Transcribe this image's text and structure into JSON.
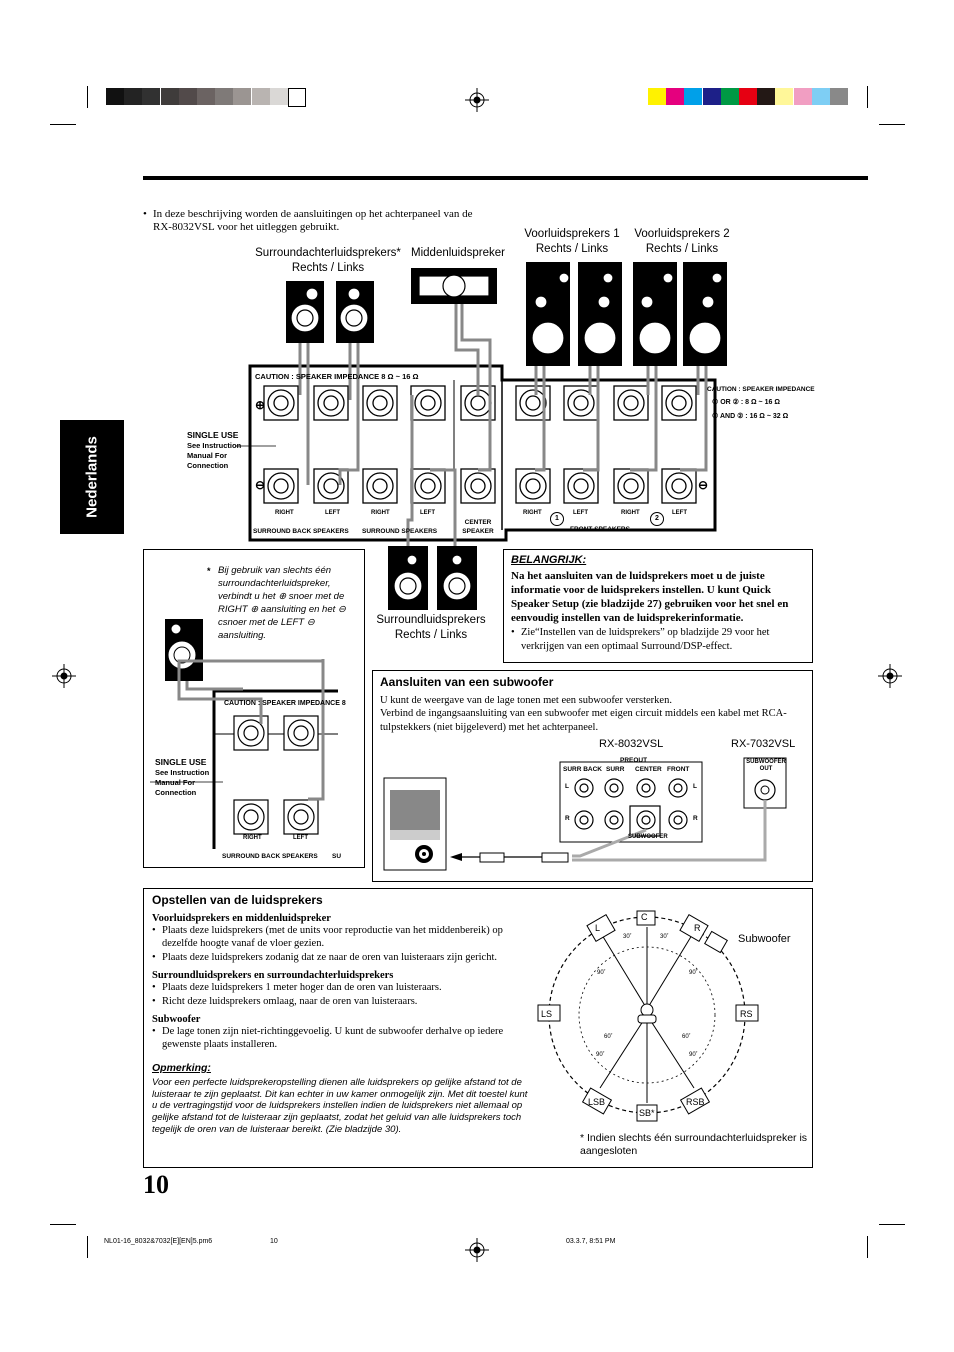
{
  "colors": {
    "gray_bar": [
      "#111111",
      "#232323",
      "#313131",
      "#3f3c3b",
      "#524a4a",
      "#6b6362",
      "#7f7a78",
      "#9b9592",
      "#b9b4b1",
      "#dad8d6",
      "#ffffff"
    ],
    "color_bar": [
      "#fff200",
      "#e5007e",
      "#00a0e9",
      "#1d2088",
      "#009944",
      "#e60012",
      "#231815",
      "#fff799",
      "#f19ec2",
      "#7ecef4",
      "#898989"
    ]
  },
  "side_tab": "Nederlands",
  "intro": "In deze beschrijving worden de aansluitingen op het achterpaneel van de RX-8032VSL voor het uitleggen gebruikt.",
  "speaker_labels": {
    "surround_back": "Surroundachterluidsprekers*",
    "surround_back_sub": "Rechts   /   Links",
    "center": "Middenluidspreker",
    "front1": "Voorluidsprekers 1",
    "front1_sub": "Rechts  /  Links",
    "front2": "Voorluidsprekers 2",
    "front2_sub": "Rechts  /  Links",
    "surround": "Surroundluidsprekers",
    "surround_sub": "Rechts   /   Links"
  },
  "panel": {
    "caution": "CAUTION : SPEAKER  IMPEDANCE 8 Ω ~ 16 Ω",
    "caution_right": "CAUTION : SPEAKER  IMPEDANCE",
    "caution_or": "① OR ② :   8 Ω ~ 16 Ω",
    "caution_and": "① AND ② :  16 Ω ~ 32 Ω",
    "single_use": "SINGLE USE",
    "single_use_note": "See Instruction Manual For Connection",
    "right": "RIGHT",
    "left": "LEFT",
    "surround_back_speakers": "SURROUND BACK SPEAKERS",
    "surround_speakers": "SURROUND SPEAKERS",
    "center_speaker": "CENTER SPEAKER",
    "front_speakers": "FRONT SPEAKERS",
    "plus": "⊕",
    "minus": "⊖",
    "circle1": "1",
    "circle2": "2"
  },
  "single_note": "Bij gebruik van slechts één surroundachterluidspreker, verbindt u het ⊕ snoer met de RIGHT ⊕ aansluiting en het ⊖ csnoer met de LEFT ⊖ aansluiting.",
  "single_note_star": "*",
  "inset": {
    "caution": "CAUTION : SPEAKER  IMPEDANCE 8",
    "single_use": "SINGLE USE",
    "single_use_note": "See Instruction Manual For Connection",
    "right": "RIGHT",
    "left": "LEFT",
    "surround_back_speakers": "SURROUND BACK SPEAKERS",
    "su": "SU"
  },
  "belangrijk": {
    "title": "BELANGRIJK:",
    "bold": "Na het aansluiten van de luidsprekers moet u de juiste informatie voor de luidsprekers instellen. U kunt Quick Speaker Setup (zie bladzijde 27) gebruiken voor het snel en eenvoudig instellen van de luidsprekerinformatie.",
    "bullet": "Zie“Instellen van de luidsprekers” op bladzijde 29 voor het verkrijgen van een optimaal Surround/DSP-effect."
  },
  "subwoofer_section": {
    "title": "Aansluiten van een subwoofer",
    "p1": "U kunt de weergave van de lage tonen met een subwoofer versterken.",
    "p2": "Verbind de ingangsaansluiting van een subwoofer met eigen circuit middels een kabel met RCA-tulpstekkers (niet bijgeleverd) met het achterpaneel.",
    "rx8032": "RX-8032VSL",
    "rx7032": "RX-7032VSL",
    "preout": "PREOUT",
    "surr_back": "SURR BACK",
    "surr": "SURR",
    "center": "CENTER",
    "front": "FRONT",
    "l": "L",
    "r": "R",
    "subwoofer": "SUBWOOFER",
    "subwoofer_out": "SUBWOOFER OUT"
  },
  "placement": {
    "title": "Opstellen van de luidsprekers",
    "h_front": "Voorluidsprekers en middenluidspreker",
    "front_bullets": [
      "Plaats deze luidsprekers (met de units voor reproductie van het middenbereik) op dezelfde hoogte vanaf de vloer gezien.",
      "Plaats deze luidsprekers zodanig dat ze naar de oren van luisteraars zijn gericht."
    ],
    "h_surround": "Surroundluidsprekers en surroundachterluidsprekers",
    "surround_bullets": [
      "Plaats deze luidsprekers 1 meter hoger dan de oren van luisteraars.",
      "Richt deze luidsprekers omlaag, naar de oren van luisteraars."
    ],
    "h_sub": "Subwoofer",
    "sub_bullets": [
      "De lage tonen zijn niet-richtinggevoelig. U kunt de subwoofer derhalve op iedere gewenste plaats installeren."
    ],
    "opmerking_title": "Opmerking:",
    "opmerking": "Voor een perfecte luidsprekeropstelling dienen alle luidsprekers op gelijke afstand tot de luisteraar te zijn geplaatst. Dit kan echter in uw kamer onmogelijk zijn. Met dit toestel kunt u de vertragingstijd voor de luidsprekers instellen indien de luidsprekers niet allemaal op gelijke afstand tot de luisteraar zijn geplaatst, zodat het geluid van alle luidsprekers toch tegelijk de oren van de luisteraar bereikt. (Zie bladzijde 30).",
    "diagram": {
      "C": "C",
      "L": "L",
      "R": "R",
      "LS": "LS",
      "RS": "RS",
      "LSB": "LSB",
      "RSB": "RSB",
      "SB": "SB*",
      "subwoofer": "Subwoofer",
      "a30": "30˚",
      "a90": "90˚",
      "a60": "60˚"
    },
    "footnote": "* Indien slechts één surroundachterluidspreker is aangesloten"
  },
  "page_number": "10",
  "footer": {
    "file": "NL01-16_8032&7032[E][EN]5.pm6",
    "page": "10",
    "date": "03.3.7, 8:51 PM"
  }
}
